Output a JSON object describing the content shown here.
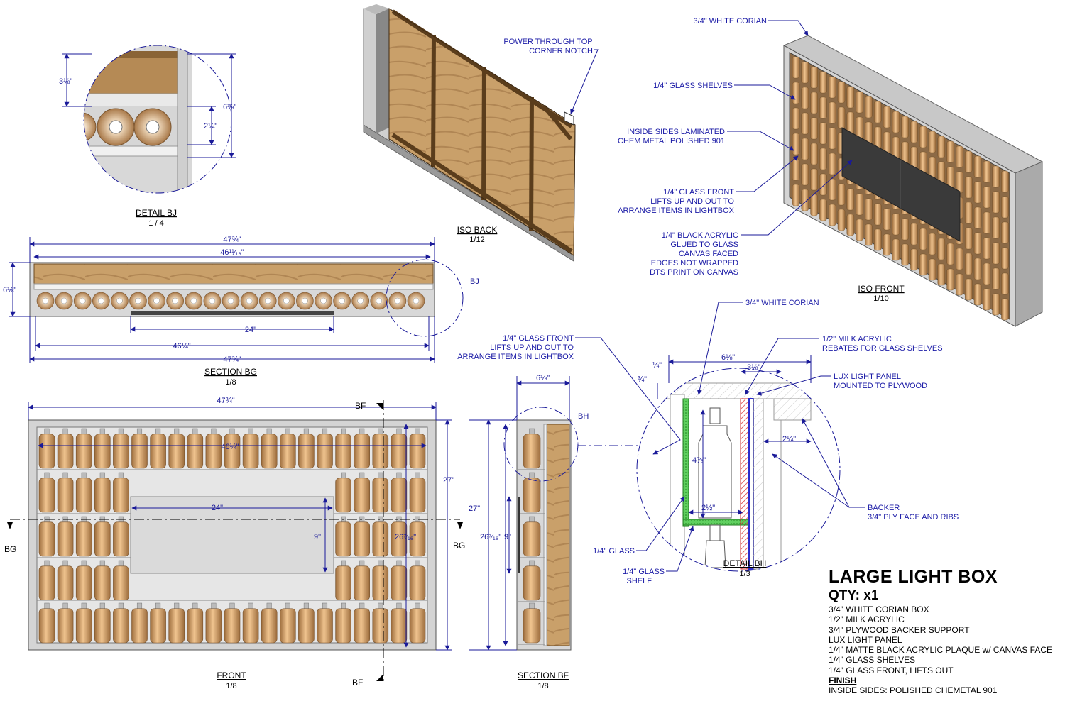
{
  "views": {
    "detail_bj": {
      "title": "DETAIL  BJ",
      "scale": "1 / 4",
      "dims": [
        "3⅛\"",
        "6⅛\"",
        "2¼\""
      ]
    },
    "iso_back": {
      "title": "ISO BACK",
      "scale": "1/12",
      "note": [
        "POWER THROUGH TOP",
        "CORNER NOTCH"
      ]
    },
    "iso_front": {
      "title": "ISO FRONT",
      "scale": "1/10",
      "notes": {
        "corian": "3/4\" WHITE CORIAN",
        "shelves": "1/4\"  GLASS SHELVES",
        "laminate": [
          "INSIDE SIDES LAMINATED",
          "CHEM METAL POLISHED 901"
        ],
        "glass_front": [
          "1/4\" GLASS FRONT",
          "LIFTS UP AND OUT TO",
          "ARRANGE ITEMS IN LIGHTBOX"
        ],
        "acrylic": [
          "1/4\" BLACK ACRYLIC",
          "GLUED TO GLASS",
          "CANVAS FACED",
          "EDGES NOT WRAPPED",
          "DTS PRINT ON CANVAS"
        ]
      }
    },
    "section_bg": {
      "title": "SECTION BG",
      "scale": "1/8",
      "callout": "BJ",
      "dims": {
        "overall_top": "47¾\"",
        "inner_top": "46¹¹⁄₁₆\"",
        "height": "6⅛\"",
        "plaque": "24\"",
        "inner_bottom": "46¼\"",
        "overall_bottom": "47¾\""
      }
    },
    "front": {
      "title": "FRONT",
      "scale": "1/8",
      "dims": {
        "overall": "47¾\"",
        "inner": "46¼\"",
        "plaque_w": "24\"",
        "plaque_h": "9\"",
        "inner_h": "26⁷⁄₁₆\"",
        "overall_h": "27\""
      },
      "section_marks": [
        "BF",
        "BF",
        "BG",
        "BG"
      ]
    },
    "section_bf": {
      "title": "SECTION BF",
      "scale": "1/8",
      "callout": "BH",
      "dims": {
        "depth": "6⅛\"",
        "overall_h": "27\"",
        "inner_h": "26⁷⁄₁₆\"",
        "plaque_h": "9\""
      }
    },
    "detail_bh": {
      "title": "DETAIL  BH",
      "scale": "1/3",
      "dims": {
        "depth": "6⅛\"",
        "backer": "3⅛\"",
        "corian_a": "¼\"",
        "corian_b": "¾\"",
        "bottle_h": "4⅞\"",
        "shelf": "2½\"",
        "gap": "2¼\""
      },
      "notes": {
        "corian": "3/4\" WHITE CORIAN",
        "glass_front": [
          "1/4\" GLASS FRONT",
          "LIFTS UP AND OUT TO",
          "ARRANGE ITEMS IN LIGHTBOX"
        ],
        "milk": [
          "1/2\" MILK ACRYLIC",
          "REBATES FOR GLASS SHELVES"
        ],
        "lux": [
          "LUX LIGHT PANEL",
          "MOUNTED TO PLYWOOD"
        ],
        "backer": [
          "BACKER",
          "3/4\" PLY FACE AND RIBS"
        ],
        "glass": "1/4\" GLASS",
        "glass_shelf": [
          "1/4\" GLASS",
          "SHELF"
        ]
      }
    }
  },
  "title_block": {
    "title": "LARGE LIGHT BOX",
    "qty": "QTY: x1",
    "specs": [
      "3/4\" WHITE CORIAN BOX",
      "1/2\" MILK ACRYLIC",
      "3/4\" PLYWOOD BACKER SUPPORT",
      "LUX LIGHT PANEL",
      "1/4\" MATTE BLACK ACRYLIC PLAQUE w/ CANVAS FACE",
      "1/4\" GLASS SHELVES",
      "1/4\" GLASS FRONT, LIFTS OUT"
    ],
    "finish_heading": "FINISH",
    "finish": "INSIDE SIDES: POLISHED CHEMETAL 901"
  },
  "colors": {
    "line": "#1a1a99",
    "wood": "#b58a55",
    "bottle": "#d9a874",
    "corian": "#d8d8d8",
    "glass": "#3dbb3d",
    "acrylic": "#444444"
  }
}
